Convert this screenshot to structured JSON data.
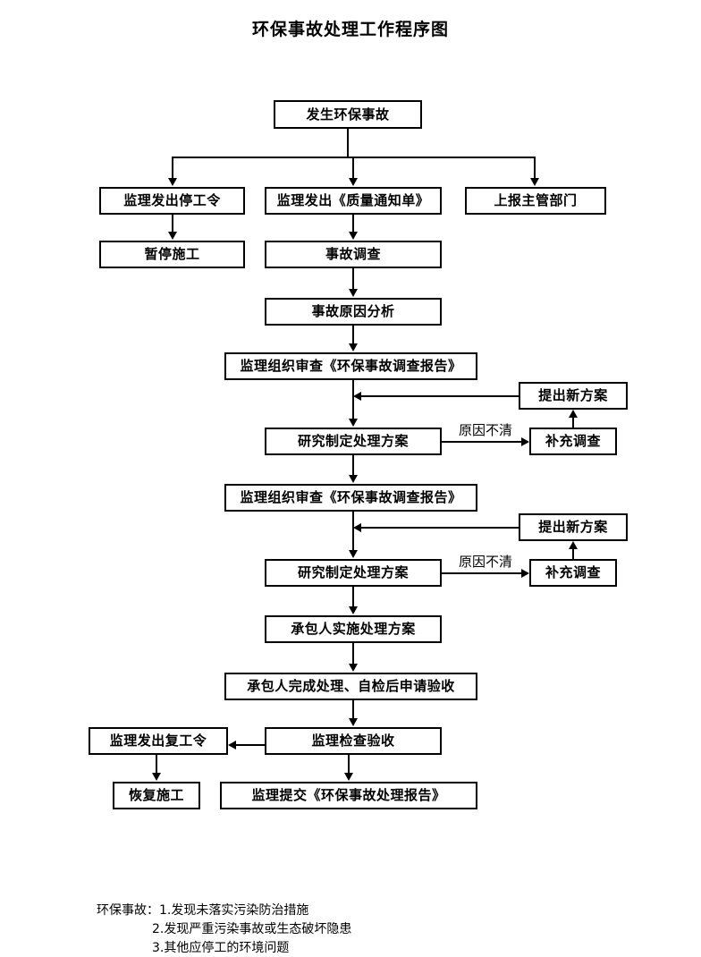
{
  "title": "环保事故处理工作程序图",
  "flow": {
    "nodes": [
      {
        "id": "n1",
        "label": "发生环保事故"
      },
      {
        "id": "n2",
        "label": "监理发出停工令"
      },
      {
        "id": "n3",
        "label": "监理发出《质量通知单》"
      },
      {
        "id": "n4",
        "label": "上报主管部门"
      },
      {
        "id": "n5",
        "label": "暂停施工"
      },
      {
        "id": "n6",
        "label": "事故调查"
      },
      {
        "id": "n7",
        "label": "事故原因分析"
      },
      {
        "id": "n8",
        "label": "监理组织审查《环保事故调查报告》"
      },
      {
        "id": "n9",
        "label": "提出新方案"
      },
      {
        "id": "n10",
        "label": "研究制定处理方案"
      },
      {
        "id": "n11",
        "label": "补充调查"
      },
      {
        "id": "n12",
        "label": "监理组织审查《环保事故调查报告》"
      },
      {
        "id": "n13",
        "label": "提出新方案"
      },
      {
        "id": "n14",
        "label": "研究制定处理方案"
      },
      {
        "id": "n15",
        "label": "补充调查"
      },
      {
        "id": "n16",
        "label": "承包人实施处理方案"
      },
      {
        "id": "n17",
        "label": "承包人完成处理、自检后申请验收"
      },
      {
        "id": "n18",
        "label": "监理发出复工令"
      },
      {
        "id": "n19",
        "label": "监理检查验收"
      },
      {
        "id": "n20",
        "label": "恢复施工"
      },
      {
        "id": "n21",
        "label": "监理提交《环保事故处理报告》"
      }
    ],
    "edge_labels": [
      {
        "id": "e1",
        "label": "原因不清"
      },
      {
        "id": "e2",
        "label": "原因不清"
      }
    ]
  },
  "footnote": {
    "lead": "环保事故：1.发现未落实污染防治措施",
    "line2": "2.发现严重污染事故或生态破坏隐患",
    "line3": "3.其他应停工的环境问题"
  }
}
